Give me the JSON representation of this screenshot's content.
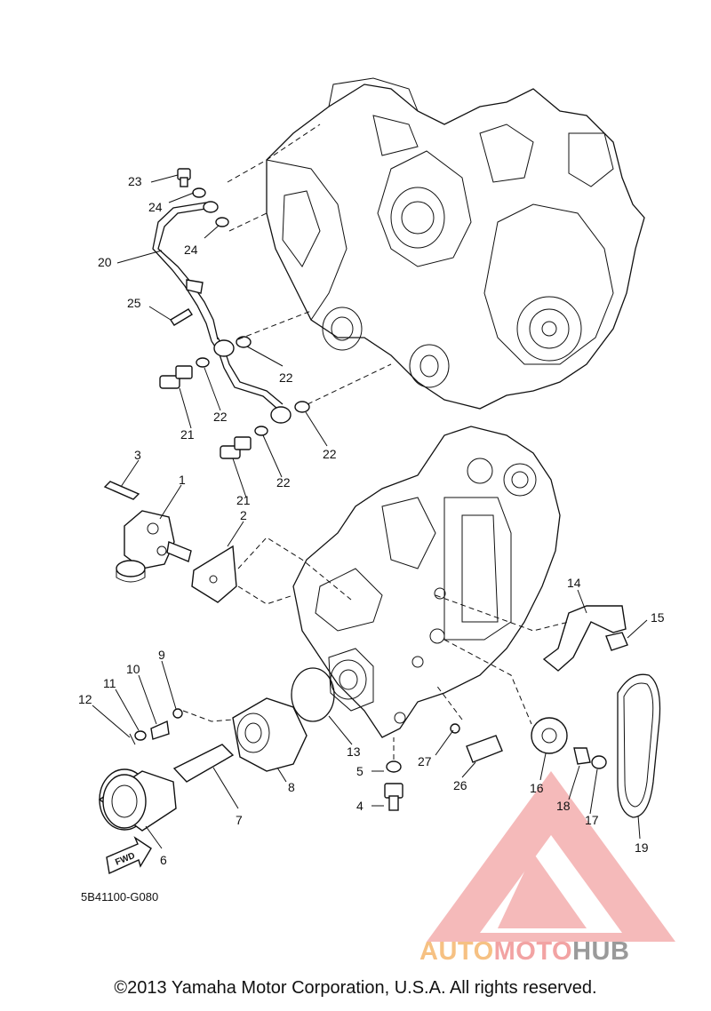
{
  "diagram_code": "5B41100-G080",
  "copyright": "©2013 Yamaha Motor Corporation, U.S.A. All rights reserved.",
  "watermark": {
    "part1": "AUTO",
    "part2": "MOTO",
    "part3": "HUB"
  },
  "fwd_label": "FWD",
  "callouts": [
    {
      "id": "1",
      "text": "1"
    },
    {
      "id": "2",
      "text": "2"
    },
    {
      "id": "3",
      "text": "3"
    },
    {
      "id": "4",
      "text": "4"
    },
    {
      "id": "5",
      "text": "5"
    },
    {
      "id": "6",
      "text": "6"
    },
    {
      "id": "7",
      "text": "7"
    },
    {
      "id": "8",
      "text": "8"
    },
    {
      "id": "9",
      "text": "9"
    },
    {
      "id": "10",
      "text": "10"
    },
    {
      "id": "11",
      "text": "11"
    },
    {
      "id": "12",
      "text": "12"
    },
    {
      "id": "13",
      "text": "13"
    },
    {
      "id": "14",
      "text": "14"
    },
    {
      "id": "15",
      "text": "15"
    },
    {
      "id": "16",
      "text": "16"
    },
    {
      "id": "17",
      "text": "17"
    },
    {
      "id": "18",
      "text": "18"
    },
    {
      "id": "19",
      "text": "19"
    },
    {
      "id": "20",
      "text": "20"
    },
    {
      "id": "21",
      "text": "21"
    },
    {
      "id": "22",
      "text": "22"
    },
    {
      "id": "23",
      "text": "23"
    },
    {
      "id": "24",
      "text": "24"
    },
    {
      "id": "25",
      "text": "25"
    },
    {
      "id": "26",
      "text": "26"
    },
    {
      "id": "27",
      "text": "27"
    }
  ]
}
